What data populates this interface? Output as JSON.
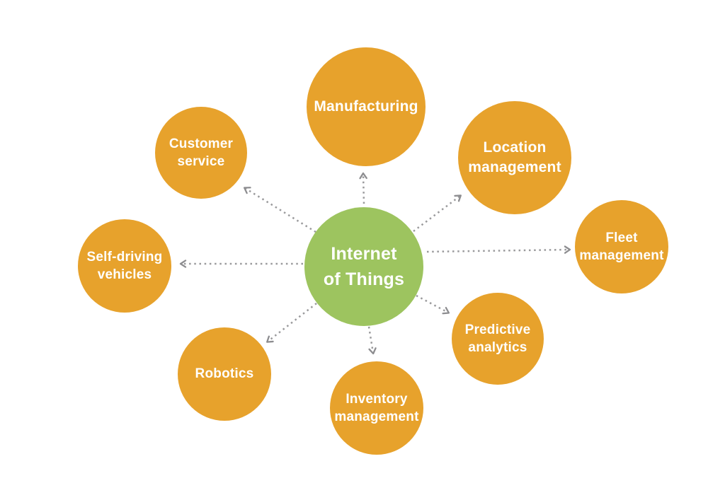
{
  "diagram": {
    "center": {
      "id": "internet-of-things",
      "label": "Internet\nof Things"
    },
    "nodes": [
      {
        "id": "manufacturing",
        "label": "Manufacturing"
      },
      {
        "id": "customer-service",
        "label": "Customer\nservice"
      },
      {
        "id": "location-management",
        "label": "Location\nmanagement"
      },
      {
        "id": "fleet-management",
        "label": "Fleet\nmanagement"
      },
      {
        "id": "self-driving-vehicles",
        "label": "Self-driving\nvehicles"
      },
      {
        "id": "predictive-analytics",
        "label": "Predictive\nanalytics"
      },
      {
        "id": "robotics",
        "label": "Robotics"
      },
      {
        "id": "inventory-management",
        "label": "Inventory\nmanagement"
      }
    ],
    "colors": {
      "node_fill": "#e7a22c",
      "hub_fill": "#9dc45f",
      "label_text": "#ffffff",
      "connector": "#939395",
      "background": "#ffffff"
    },
    "connector_style": "dotted-arrow-outward"
  }
}
